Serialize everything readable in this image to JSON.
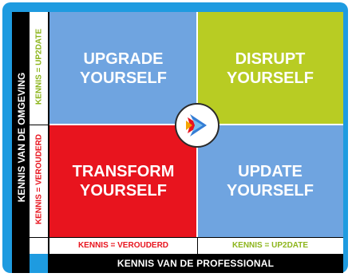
{
  "axes": {
    "vertical_title": "KENNIS VAN DE OMGEVING",
    "horizontal_title": "KENNIS VAN DE PROFESSIONAL",
    "left_top_label": "KENNIS = UP2DATE",
    "left_bottom_label": "KENNIS = VEROUDERD",
    "bottom_left_label": "KENNIS = VEROUDERD",
    "bottom_right_label": "KENNIS = UP2DATE"
  },
  "quadrants": {
    "top_left": "UPGRADE\nYOURSELF",
    "top_right": "DISRUPT\nYOURSELF",
    "bottom_left": "TRANSFORM\nYOURSELF",
    "bottom_right": "UPDATE\nYOURSELF"
  },
  "colors": {
    "frame": "#1e9be0",
    "upgrade": "#6fa4e0",
    "disrupt": "#b8cc23",
    "transform": "#e8141e",
    "update": "#6fa4e0",
    "up2date_text": "#8db51c",
    "verouderd_text": "#e8141e"
  },
  "center_logo": "play-arrow-logo-icon"
}
